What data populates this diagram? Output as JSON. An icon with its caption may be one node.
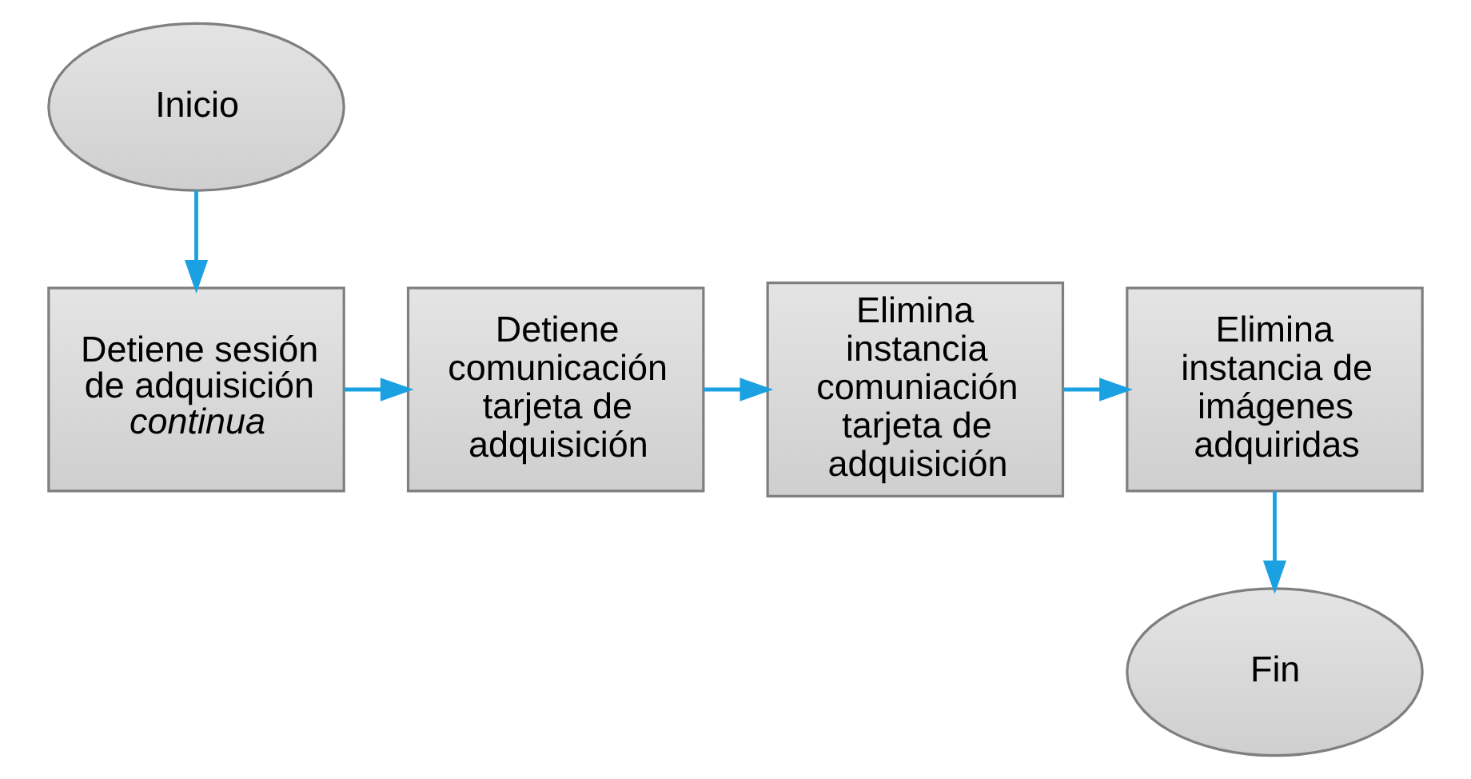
{
  "diagram": {
    "nodes": [
      {
        "text": [
          "Inicio"
        ]
      },
      {
        "text": [
          "Detiene sesión de adquisición *continua*"
        ]
      },
      {
        "text": [
          "Detiene comunicación tarjeta de adquisición"
        ]
      },
      {
        "text": [
          "Elimina instancia comuniación tarjeta de adquisición"
        ]
      },
      {
        "text": [
          "Elimina instancia de imágenes adquiridas"
        ]
      },
      {
        "text": [
          "Fin"
        ]
      }
    ],
    "edges": [
      {
        "from": 0,
        "to": 1,
        "arrow": "to"
      },
      {
        "from": 1,
        "to": 2,
        "arrow": "to"
      },
      {
        "from": 2,
        "to": 3,
        "arrow": "to"
      },
      {
        "from": 3,
        "to": 4,
        "arrow": "to"
      },
      {
        "from": 4,
        "to": 5,
        "arrow": "to"
      }
    ]
  }
}
